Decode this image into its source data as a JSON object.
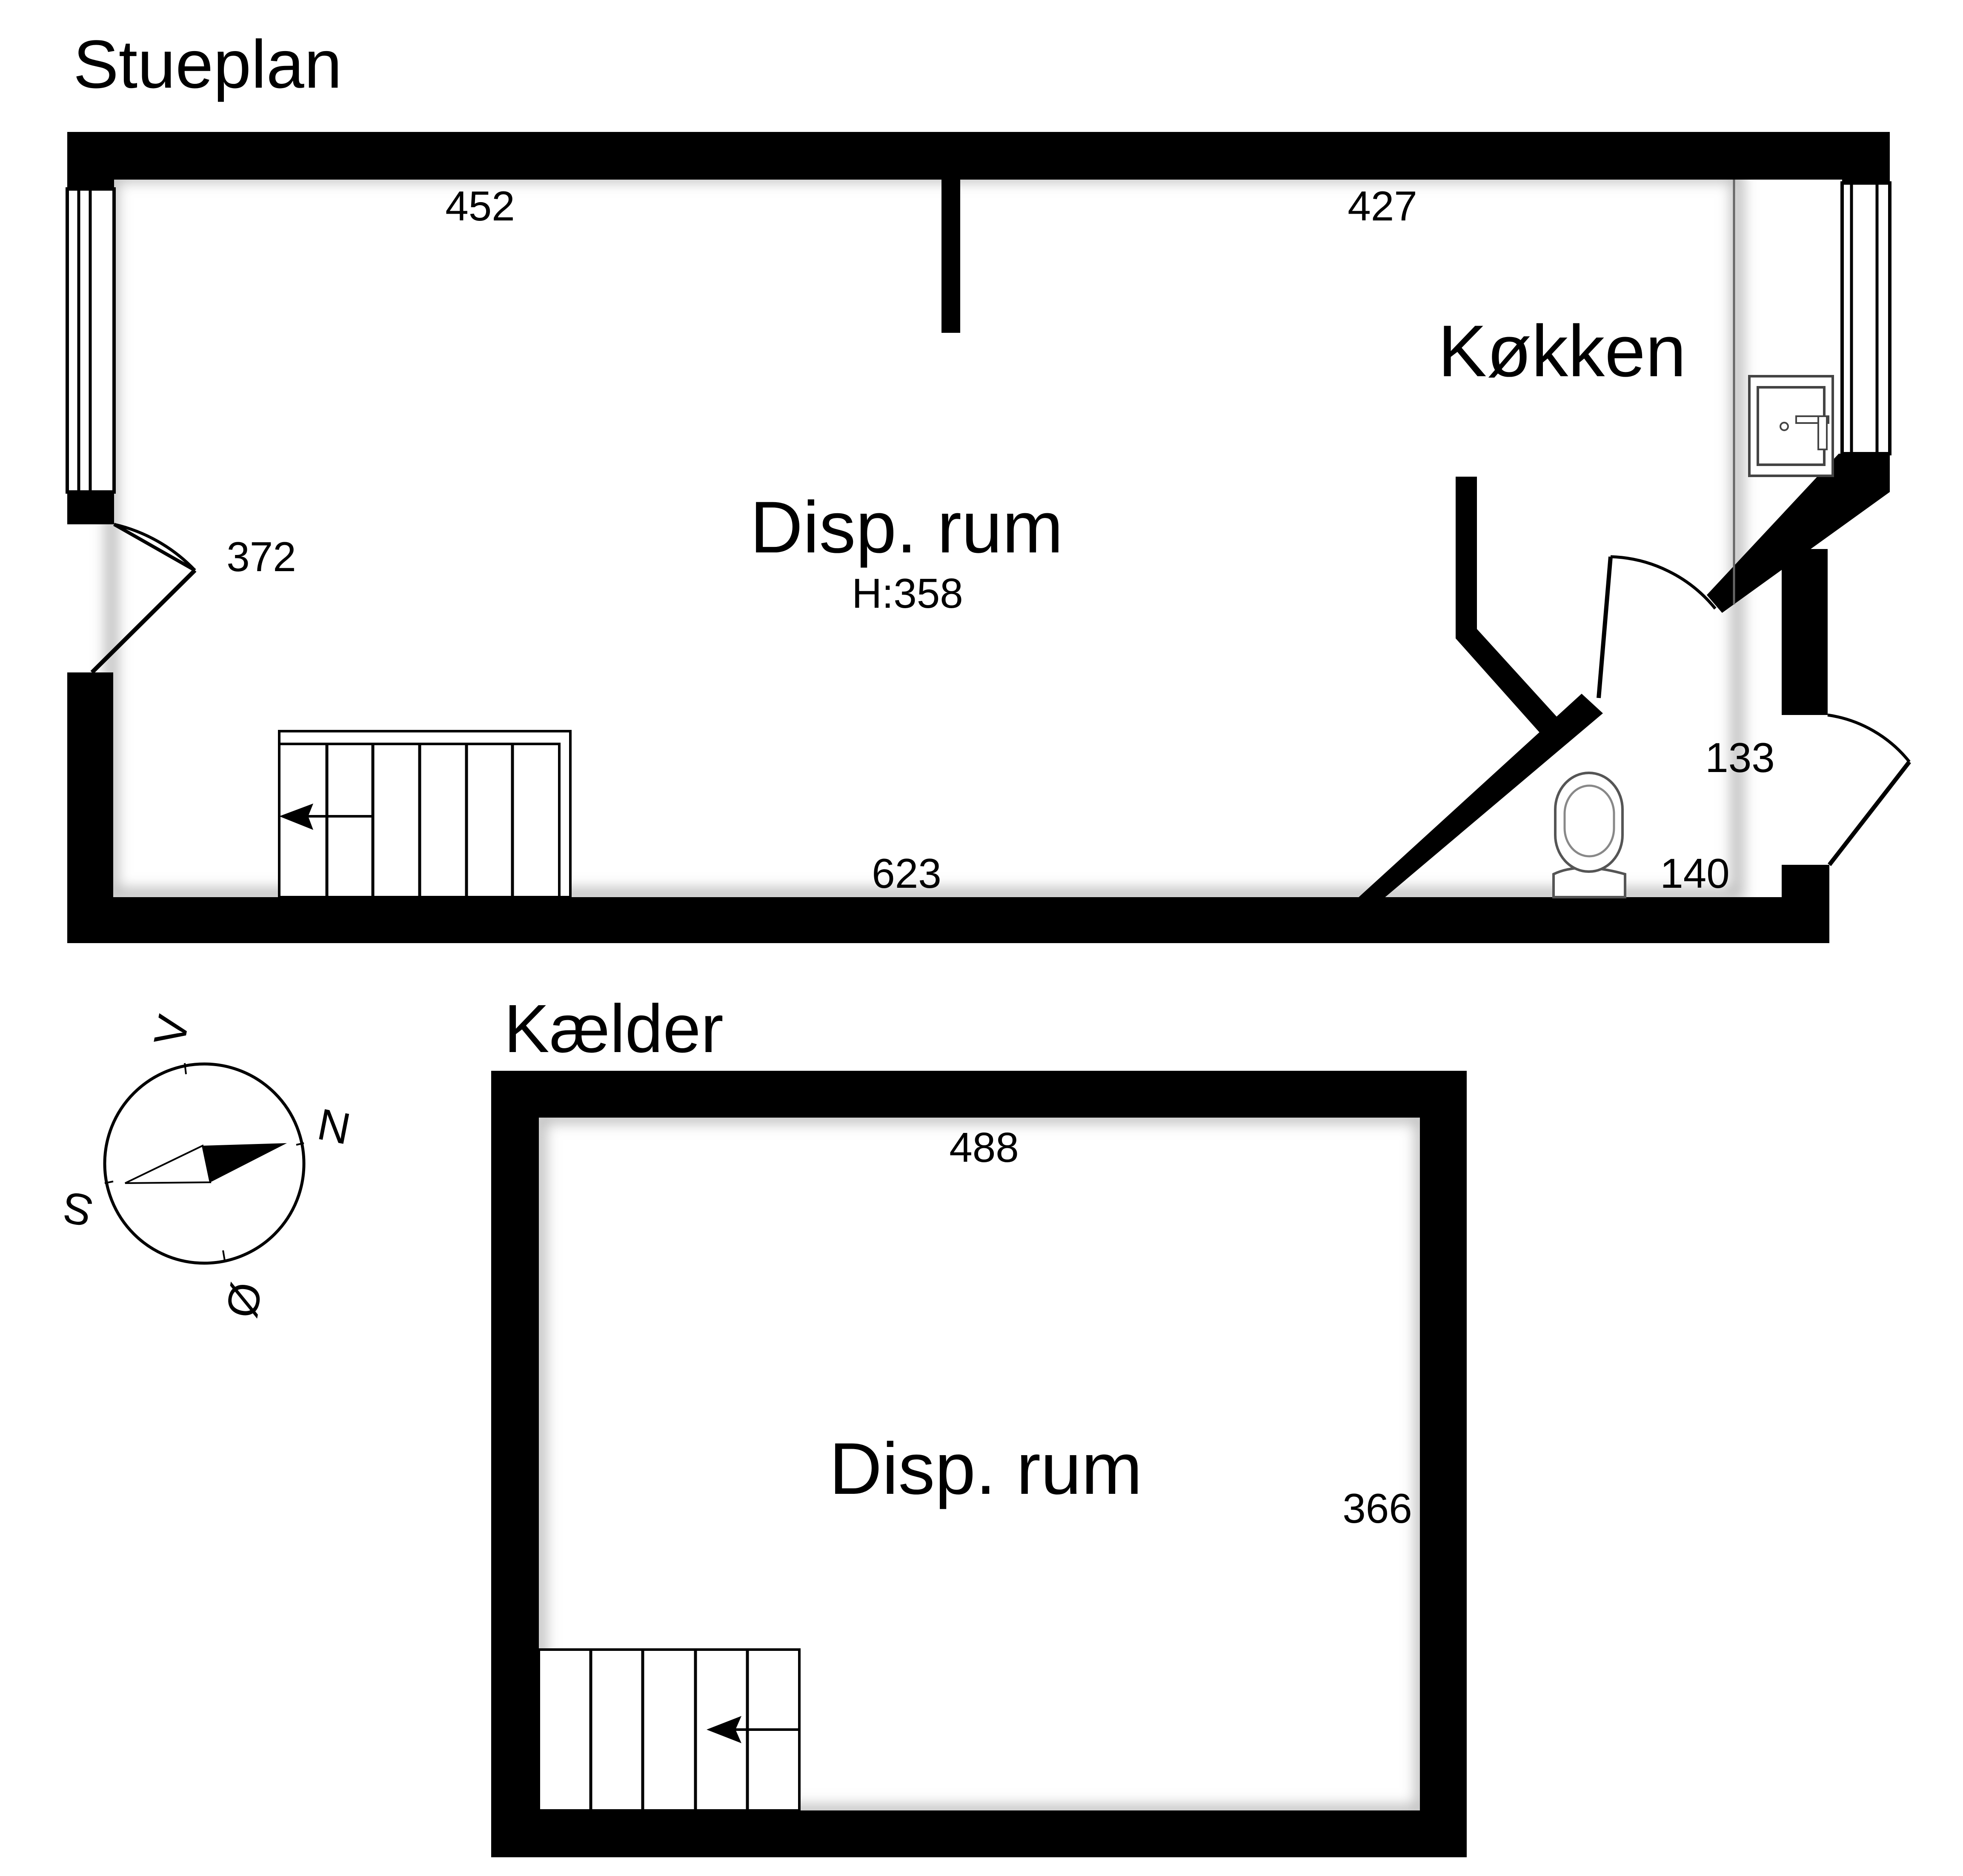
{
  "plans": {
    "ground": {
      "title": "Stueplan",
      "room_main": "Disp. rum",
      "room_main_height": "H:358",
      "room_kitchen": "Køkken",
      "dim_top_left": "452",
      "dim_top_right": "427",
      "dim_left": "372",
      "dim_bottom": "623",
      "dim_entry": "133",
      "dim_wc": "140"
    },
    "basement": {
      "title": "Kælder",
      "room_main": "Disp. rum",
      "dim_top": "488",
      "dim_right": "366"
    }
  },
  "compass": {
    "north": "N",
    "south": "S",
    "east": "Ø",
    "west": "V"
  },
  "colors": {
    "wall": "#000000",
    "background": "#ffffff",
    "fixture": "#888888"
  }
}
